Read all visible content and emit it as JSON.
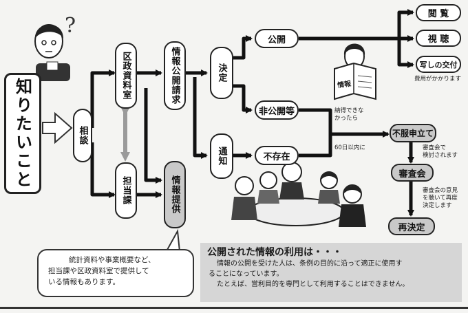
{
  "start_box": "知りたいこと",
  "consult": "相談",
  "archive_room": "区政資料室",
  "department": "担当課",
  "disclosure_request": "情報公開請求",
  "info_provision": "情報提供",
  "decision": "決定",
  "notice": "通知",
  "disclose": "公開",
  "non_disclose": "非公開等",
  "not_exist": "不存在",
  "view": "閲 覧",
  "watch": "視 聴",
  "copy": "写しの交付",
  "copy_note": "費用がかかります",
  "if_not_satisfied": [
    "納得できな",
    "かったら"
  ],
  "within_60_days": "60日以内に",
  "appeal": "不服申立て",
  "appeal_note": [
    "審査会で",
    "検討されます"
  ],
  "review_board": "審査会",
  "review_board_note": [
    "審査会の意見",
    "を聴いて再度",
    "決定します"
  ],
  "re_decision": "再決定",
  "bubble_lines": [
    "統計資料や事業概要など、",
    "担当課や区政資料室で提供して",
    "いる情報もあります。"
  ],
  "info_section": {
    "title": "公開された情報の利用は・・・",
    "lines": [
      "情報の公開を受けた人は、条例の目的に沿って適正に使用す",
      "ることになっています。",
      "たとえば、営利目的を専門として利用することはできません。"
    ]
  },
  "newspaper_text": "情報",
  "question_mark": "?"
}
